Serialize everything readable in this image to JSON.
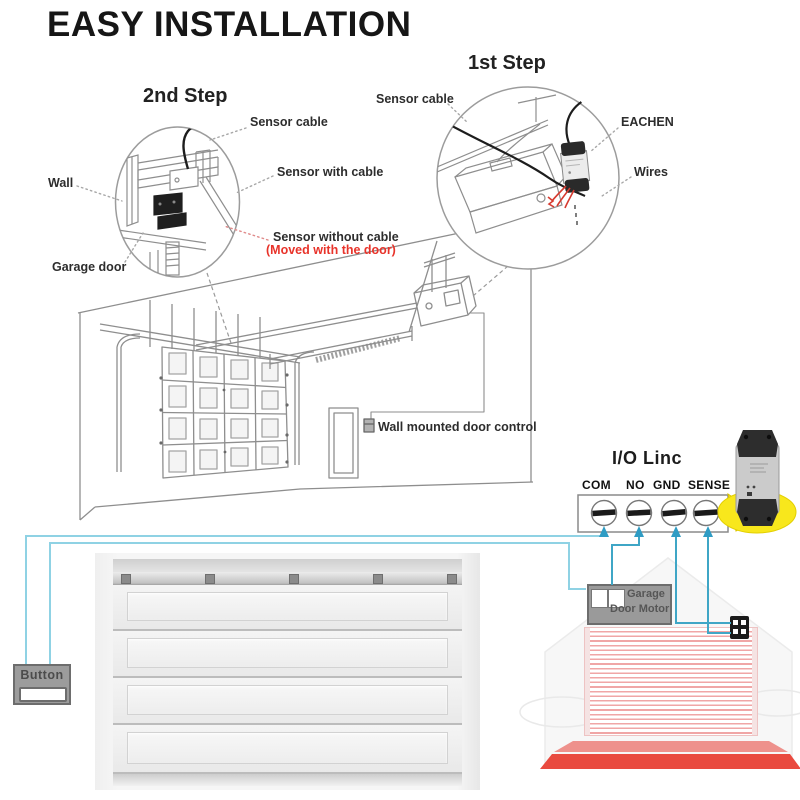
{
  "title": "EASY INSTALLATION",
  "step1": {
    "label": "1st Step",
    "annotations": {
      "sensor_cable": "Sensor cable",
      "device": "EACHEN",
      "wires": "Wires"
    }
  },
  "step2": {
    "label": "2nd Step",
    "annotations": {
      "sensor_cable": "Sensor cable",
      "sensor_with_cable": "Sensor with cable",
      "sensor_without_cable": "Sensor without cable",
      "moved_note": "(Moved with the door)",
      "wall": "Wall",
      "garage_door": "Garage door"
    }
  },
  "garage_diagram": {
    "wall_control": "Wall mounted door control"
  },
  "iolinc": {
    "title": "I/O Linc",
    "terminals": [
      "COM",
      "NO",
      "GND",
      "SENSE"
    ]
  },
  "motor": {
    "line1": "Garage",
    "line2": "Door Motor"
  },
  "button": {
    "label": "Button"
  },
  "colors": {
    "wire_light": "#8fd2e4",
    "wire_teal": "#3fa6c6",
    "arrow_blue": "#2f9cc4",
    "highlight_yellow": "#f8e71c",
    "note_red": "#e8332a",
    "door_stripe_pink": "#f0a6a6",
    "driveway_light": "#ee918c",
    "driveway_dark": "#e94a3f",
    "drawing_grey": "#8e8e8e"
  }
}
